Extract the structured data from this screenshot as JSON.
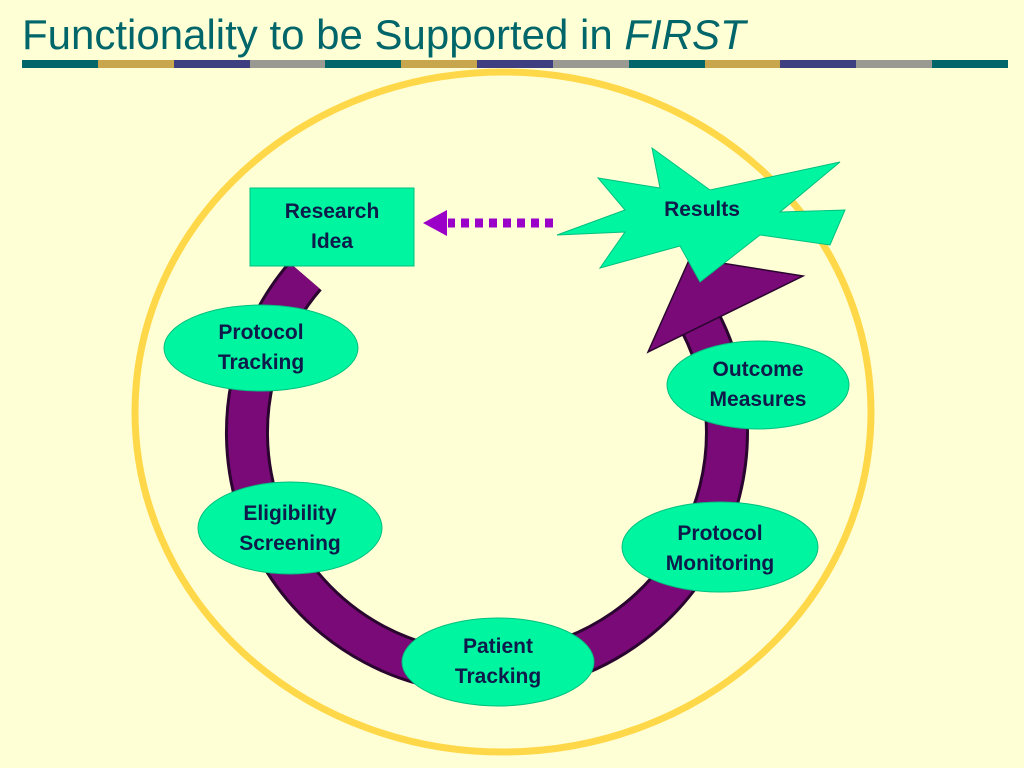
{
  "title": {
    "text": "Functionality to be Supported in ",
    "emphasis": "FIRST"
  },
  "colors": {
    "background": "#FFFFD5",
    "title": "#00666A",
    "stripe": [
      "#00666A",
      "#C8A64E",
      "#3D3F80",
      "#9A9A92"
    ],
    "outer_circle": "#FFD84A",
    "cycle_arrow": "#7A0A77",
    "node_fill": "#00F5A0",
    "dotted_arrow": "#9A00C8",
    "label_text": "#0E1A4A"
  },
  "nodes": {
    "research_idea": {
      "line1": "Research",
      "line2": "Idea"
    },
    "results": {
      "line1": "Results"
    },
    "protocol_tracking": {
      "line1": "Protocol",
      "line2": "Tracking"
    },
    "outcome_measures": {
      "line1": "Outcome",
      "line2": "Measures"
    },
    "eligibility_screening": {
      "line1": "Eligibility",
      "line2": "Screening"
    },
    "protocol_monitoring": {
      "line1": "Protocol",
      "line2": "Monitoring"
    },
    "patient_tracking": {
      "line1": "Patient",
      "line2": "Tracking"
    }
  }
}
